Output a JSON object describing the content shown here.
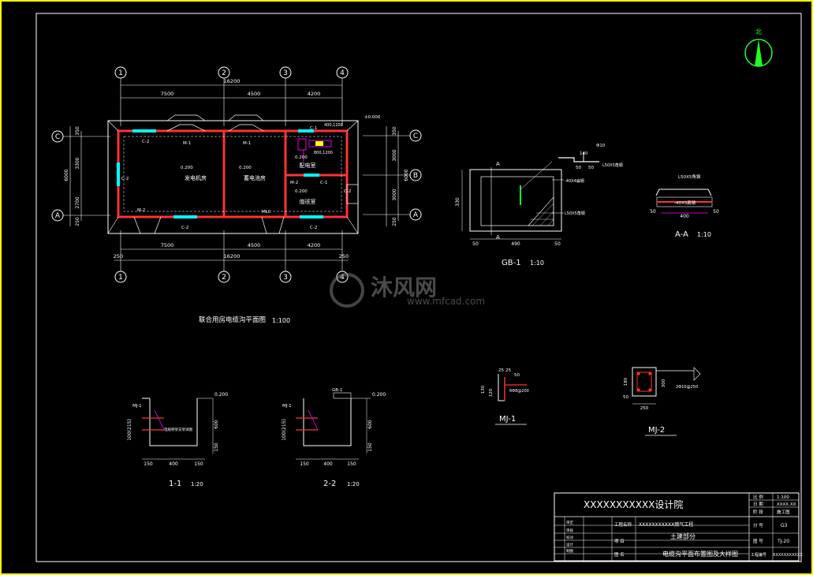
{
  "plan": {
    "title": "联合用房电缆沟平面图",
    "scale": "1:100",
    "axes_top": [
      "1",
      "2",
      "3",
      "4"
    ],
    "axes_bottom": [
      "1",
      "2",
      "3",
      "4"
    ],
    "axes_left": [
      "C",
      "A"
    ],
    "axes_right": [
      "C",
      "B",
      "A"
    ],
    "dims_top": [
      "16200",
      "7500",
      "4500",
      "4200"
    ],
    "dims_bottom": [
      "7500",
      "4500",
      "4200",
      "16200",
      "250",
      "250"
    ],
    "dims_left": [
      "350",
      "3300",
      "6000",
      "2700",
      "250"
    ],
    "dims_right": [
      "350",
      "3000",
      "6000",
      "3000",
      "250"
    ],
    "elev_main": "±0.000",
    "rooms": [
      "发电机房",
      "蓄电池房",
      "配电室",
      "值班室"
    ],
    "room_elevs": [
      "0.200",
      "0.200",
      "0.200",
      "0.200"
    ],
    "doors": [
      "M-1",
      "M-1",
      "M-2",
      "M-2",
      "MLC"
    ],
    "windows": [
      "C-2",
      "C-2",
      "C-2",
      "C-1",
      "C-1",
      "C-2",
      "C-2"
    ],
    "misc": [
      "400,1200",
      "800,1200"
    ]
  },
  "gb1": {
    "title": "GB-1",
    "scale": "1:10",
    "section_marks": [
      "A",
      "A"
    ],
    "dims": [
      "490",
      "50",
      "50",
      "330"
    ],
    "notes": [
      "-40X4扁钢",
      "L50X5角钢"
    ]
  },
  "aa": {
    "title": "A-A",
    "scale": "1:10",
    "dims": [
      "400",
      "50",
      "50"
    ],
    "notes": [
      "L50X5角钢",
      "-40X5扁钢"
    ]
  },
  "tn_detail": {
    "dims": [
      "140",
      "50",
      "50",
      "Φ10"
    ],
    "notes": [
      "L50X5角钢"
    ]
  },
  "sec11": {
    "title": "1-1",
    "scale": "1:20",
    "dims": [
      "150",
      "400",
      "150",
      "600",
      "150",
      "100(215)"
    ],
    "elev": "0.200",
    "notes": [
      "MJ-1",
      "电缆桥架支架详图"
    ]
  },
  "sec22": {
    "title": "2-2",
    "scale": "1:20",
    "dims": [
      "150",
      "400",
      "150",
      "600",
      "150",
      "100(215)"
    ],
    "elev": "0.200",
    "notes": [
      "MJ-1",
      "GB-1"
    ]
  },
  "mj1": {
    "title": "MJ-1",
    "dims": [
      "25",
      "25",
      "130",
      "120",
      "50"
    ],
    "notes": [
      "6Φ8@200"
    ]
  },
  "mj2": {
    "title": "MJ-2",
    "dims": [
      "250",
      "180",
      "300",
      "50"
    ],
    "notes": [
      "2Φ10@250"
    ]
  },
  "north": {
    "label": "北"
  },
  "watermark": {
    "cn": "沐风网",
    "en": "www.mfcad.com"
  },
  "titleblock": {
    "institute": "XXXXXXXXXXX设计院",
    "right_rows": [
      [
        "比 例",
        "1:100"
      ],
      [
        "日 期",
        "XXXX.XX"
      ],
      [
        "阶 段",
        "施工图"
      ],
      [
        "分 号",
        "G3"
      ],
      [
        "图 号",
        "TJ-20"
      ],
      [
        "工程编号",
        "XXXXXXXXXXX"
      ]
    ],
    "project_label": "工程名称",
    "project_name": "XXXXXXXXXXX燃气工程",
    "item_label": "项 目",
    "item_name": "土建部分",
    "drawing_label": "图 名",
    "drawing_name": "电缆沟平面布置图及大样图",
    "left_col": [
      "审定",
      "审核",
      "校对",
      "设计",
      "制图"
    ]
  }
}
